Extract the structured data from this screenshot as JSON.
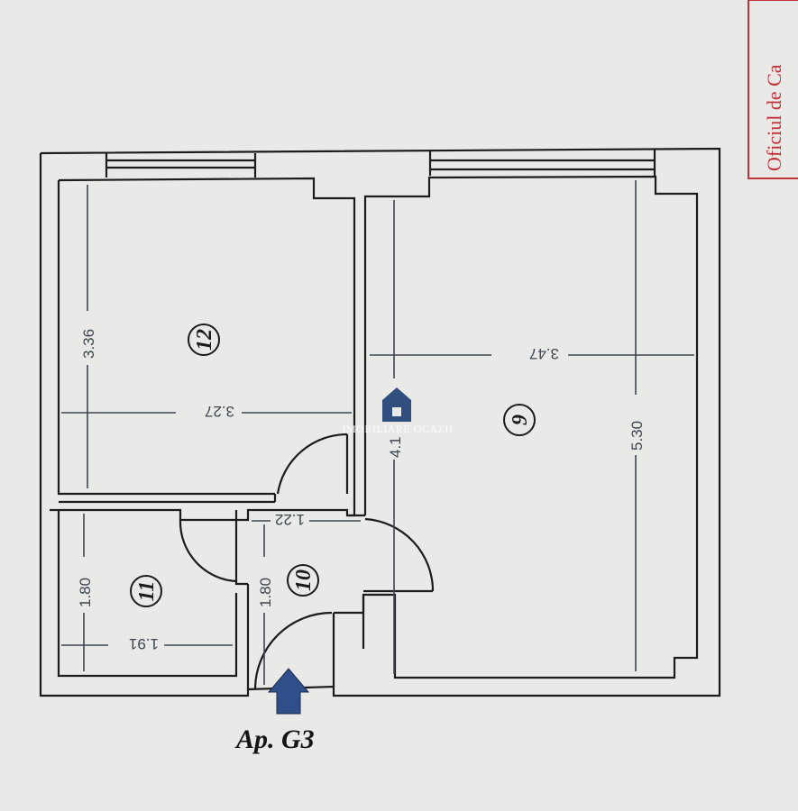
{
  "plan": {
    "title": "Ap. G3",
    "stamp_text": "Oficiul de Ca",
    "watermark_text": "IMOBILIARE OCAZII",
    "rooms": [
      {
        "number": "12",
        "width": "3.27",
        "height": "3.36"
      },
      {
        "number": "9",
        "width": "3.47",
        "height": "5.30",
        "extra_height": "4.1"
      },
      {
        "number": "11",
        "width": "1.91",
        "height": "1.80"
      },
      {
        "number": "10",
        "width": "1.22",
        "height": "1.80"
      }
    ]
  },
  "colors": {
    "background": "#e9e9e7",
    "walls": "#1c1c1c",
    "dimension_lines": "#3d4650",
    "stamp": "#c0333a",
    "entrance_arrow": "#2f4f8a"
  },
  "icons": [
    "house-logo-icon",
    "entrance-arrow-icon"
  ]
}
